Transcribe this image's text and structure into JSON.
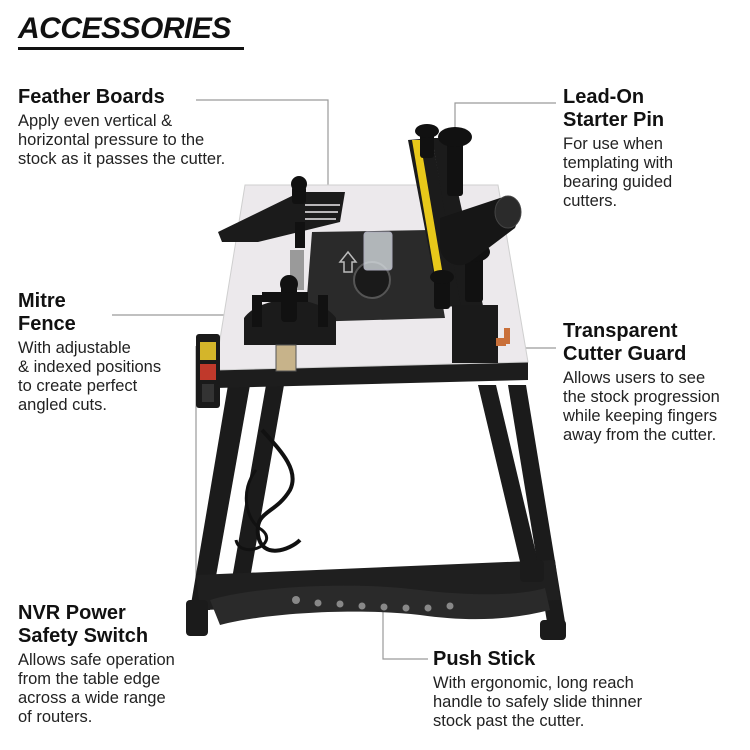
{
  "page": {
    "title": "ACCESSORIES"
  },
  "callouts": {
    "feather_boards": {
      "heading": "Feather Boards",
      "body": "Apply even vertical &\nhorizontal pressure to the\nstock as it passes the cutter."
    },
    "mitre_fence": {
      "heading": "Mitre\nFence",
      "body": "With adjustable\n& indexed positions\nto create perfect\nangled cuts."
    },
    "nvr_switch": {
      "heading": "NVR Power\nSafety Switch",
      "body": "Allows safe operation\nfrom the table edge\nacross a wide range\nof routers."
    },
    "lead_on_pin": {
      "heading": "Lead-On\nStarter Pin",
      "body": "For use when\ntemplating with\nbearing guided\ncutters."
    },
    "cutter_guard": {
      "heading": "Transparent\nCutter Guard",
      "body": "Allows users to see\nthe stock progression\nwhile keeping fingers\naway from the cutter."
    },
    "push_stick": {
      "heading": "Push Stick",
      "body": "With ergonomic, long reach\nhandle to safely slide thinner\nstock past the cutter."
    }
  },
  "colors": {
    "table_top": "#ece9ec",
    "frame": "#1b1b1b",
    "fence_yellow": "#e8c81a",
    "leader_line": "#9a9a9a",
    "switch_red": "#c0392b"
  },
  "icons": [
    "router-table-illustration",
    "feather-board-icon",
    "mitre-fence-icon",
    "fence-icon",
    "dust-port-icon",
    "power-cable-icon",
    "push-stick-icon"
  ]
}
